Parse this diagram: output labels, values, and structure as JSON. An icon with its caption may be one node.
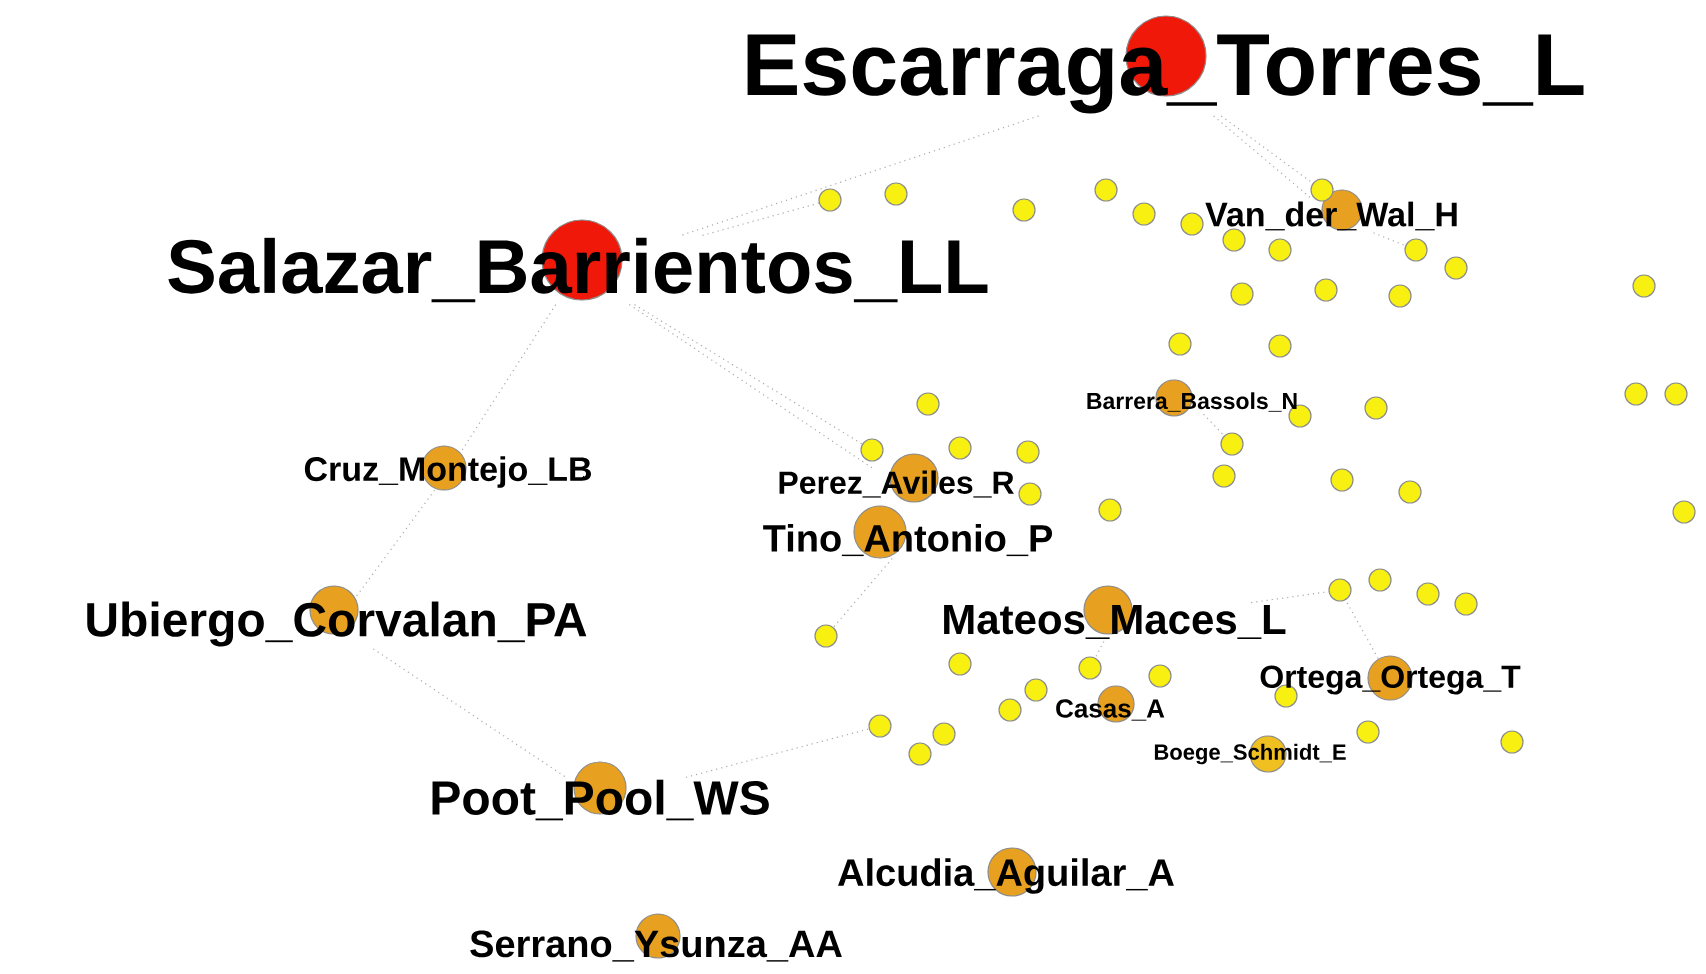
{
  "diagram": {
    "nodes": [
      {
        "text": [
          "Escarraga_Torres_L"
        ]
      },
      {
        "text": [
          "Van_der_Wal_H"
        ]
      },
      {
        "text": [
          "Salazar_Barrientos_LL"
        ]
      },
      {
        "text": [
          "Barrera_Bassols_N"
        ]
      },
      {
        "text": [
          "Cruz_Montejo_LB"
        ]
      },
      {
        "text": [
          "Perez_Aviles_R"
        ]
      },
      {
        "text": [
          "Tino_Antonio_P"
        ]
      },
      {
        "text": [
          "Ubiergo_Corvalan_PA"
        ]
      },
      {
        "text": [
          "Mateos_Maces_L"
        ]
      },
      {
        "text": [
          "Ortega_Ortega_T"
        ]
      },
      {
        "text": [
          "Casas_A"
        ]
      },
      {
        "text": [
          "Boege_Schmidt_E"
        ]
      },
      {
        "text": [
          "Poot_Pool_WS"
        ]
      },
      {
        "text": [
          "Alcudia_Aguilar_A"
        ]
      },
      {
        "text": [
          "Serrano_Ysunza_AA"
        ]
      },
      {
        "text": [],
        "shape": "circle"
      },
      {
        "text": [],
        "shape": "circle"
      },
      {
        "text": [],
        "shape": "circle"
      },
      {
        "text": [],
        "shape": "circle"
      },
      {
        "text": [],
        "shape": "circle"
      },
      {
        "text": [],
        "shape": "circle"
      },
      {
        "text": [],
        "shape": "circle"
      },
      {
        "text": [],
        "shape": "circle"
      },
      {
        "text": [],
        "shape": "circle"
      },
      {
        "text": [],
        "shape": "circle"
      },
      {
        "text": [],
        "shape": "circle"
      },
      {
        "text": [],
        "shape": "circle"
      },
      {
        "text": [],
        "shape": "circle"
      },
      {
        "text": [],
        "shape": "circle"
      },
      {
        "text": [],
        "shape": "circle"
      },
      {
        "text": [],
        "shape": "circle"
      },
      {
        "text": [],
        "shape": "circle"
      },
      {
        "text": [],
        "shape": "circle"
      },
      {
        "text": [],
        "shape": "circle"
      },
      {
        "text": [],
        "shape": "circle"
      },
      {
        "text": [],
        "shape": "circle"
      },
      {
        "text": [],
        "shape": "circle"
      },
      {
        "text": [],
        "shape": "circle"
      },
      {
        "text": [],
        "shape": "circle"
      },
      {
        "text": [],
        "shape": "circle"
      },
      {
        "text": [],
        "shape": "circle"
      },
      {
        "text": [],
        "shape": "circle"
      },
      {
        "text": [],
        "shape": "circle"
      },
      {
        "text": [],
        "shape": "circle"
      },
      {
        "text": [],
        "shape": "circle"
      },
      {
        "text": [],
        "shape": "circle"
      },
      {
        "text": [],
        "shape": "circle"
      },
      {
        "text": [],
        "shape": "circle"
      },
      {
        "text": [],
        "shape": "circle"
      },
      {
        "text": [],
        "shape": "circle"
      },
      {
        "text": [],
        "shape": "circle"
      },
      {
        "text": [],
        "shape": "circle"
      },
      {
        "text": [],
        "shape": "circle"
      },
      {
        "text": [],
        "shape": "circle"
      },
      {
        "text": [],
        "shape": "circle"
      },
      {
        "text": [],
        "shape": "circle"
      },
      {
        "text": [],
        "shape": "circle"
      },
      {
        "text": [],
        "shape": "circle"
      },
      {
        "text": [],
        "shape": "circle"
      },
      {
        "text": [],
        "shape": "circle"
      },
      {
        "text": [],
        "shape": "circle"
      },
      {
        "text": [],
        "shape": "circle"
      },
      {
        "text": [],
        "shape": "circle"
      }
    ],
    "edges": [
      {
        "from": 0,
        "to": 2,
        "arrow": "none"
      },
      {
        "from": 0,
        "to": 1,
        "arrow": "none"
      },
      {
        "from": 0,
        "to": 23,
        "arrow": "none"
      },
      {
        "from": 1,
        "to": 24,
        "arrow": "none"
      },
      {
        "from": 3,
        "to": 38,
        "arrow": "none"
      },
      {
        "from": 2,
        "to": 4,
        "arrow": "none"
      },
      {
        "from": 4,
        "to": 7,
        "arrow": "none"
      },
      {
        "from": 7,
        "to": 12,
        "arrow": "none"
      },
      {
        "from": 2,
        "to": 5,
        "arrow": "none"
      },
      {
        "from": 2,
        "to": 15,
        "arrow": "none"
      },
      {
        "from": 2,
        "to": 33,
        "arrow": "none"
      },
      {
        "from": 8,
        "to": 47,
        "arrow": "none"
      },
      {
        "from": 8,
        "to": 53,
        "arrow": "none"
      },
      {
        "from": 9,
        "to": 47,
        "arrow": "none"
      },
      {
        "from": 12,
        "to": 58,
        "arrow": "none"
      },
      {
        "from": 6,
        "to": 51,
        "arrow": "none"
      }
    ]
  }
}
